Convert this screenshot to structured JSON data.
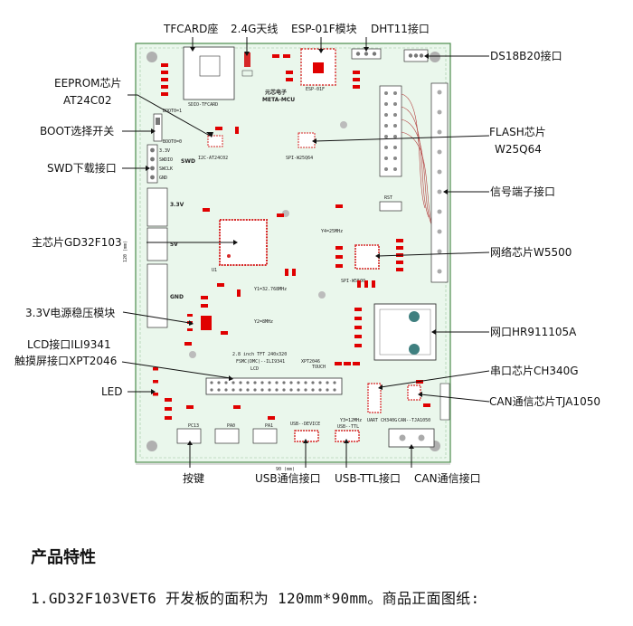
{
  "callouts": {
    "tfcard": "TFCARD座",
    "antenna": "2.4G天线",
    "esp": "ESP-01F模块",
    "dht11": "DHT11接口",
    "ds18b20": "DS18B20接口",
    "eeprom_1": "EEPROM芯片",
    "eeprom_2": "AT24C02",
    "boot": "BOOT选择开关",
    "swd": "SWD下载接口",
    "flash_1": "FLASH芯片",
    "flash_2": "W25Q64",
    "signal": "信号端子接口",
    "mcu": "主芯片GD32F103",
    "w5500": "网络芯片W5500",
    "ldo": "3.3V电源稳压模块",
    "rj45": "网口HR911105A",
    "lcd_1": "LCD接口ILI9341",
    "lcd_2": "触摸屏接口XPT2046",
    "ch340": "串口芯片CH340G",
    "led": "LED",
    "can_chip": "CAN通信芯片TJA1050",
    "keys": "按键",
    "usb": "USB通信接口",
    "usb_ttl": "USB-TTL接口",
    "can_port": "CAN通信接口"
  },
  "silkscreen": {
    "brand_cn": "元芯电子",
    "brand_en": "META-MCU",
    "sd_label": "SDIO-TFCARD",
    "esp_label": "ESP-01F",
    "eeprom_label": "I2C-AT24C02",
    "spi_label": "SPI-W25Q64",
    "lcd_title": "2.8 inch TFT 240x320",
    "lcd_sub": "FSMC(DMC)--ILI9341",
    "touch_label": "TOUCH",
    "xpt_label": "XPT2046",
    "lcd_tag": "LCD",
    "usb_device": "USB--DEVICE",
    "usb_ttl": "USB--TTL",
    "can_tja": "CAN--TJA1050",
    "uart_ch340": "UART CH340G",
    "spi_w5500": "SPI-W5500",
    "v33": "3.3V",
    "v5": "5V",
    "gnd": "GND",
    "swd_tag": "SWD",
    "swd_pins": [
      "3.3V",
      "SWDIO",
      "SWCLK",
      "GND"
    ],
    "y1": "Y1=32.768MHz",
    "y2": "Y2=8MHz",
    "y3": "Y3=12MHz",
    "y4": "Y4=25MHz",
    "boot0": "BOOT0=1",
    "boot1": "BOOT0=0",
    "dim_w": "90 (mm)",
    "dim_h": "120 (mm)",
    "mcu_ref": "U1",
    "rst": "RST",
    "keys": [
      "PC13",
      "PA0",
      "PA1"
    ]
  },
  "heading": "产品特性",
  "feature_line": "1.GD32F103VET6 开发板的面积为 120mm*90mm。商品正面图纸:"
}
